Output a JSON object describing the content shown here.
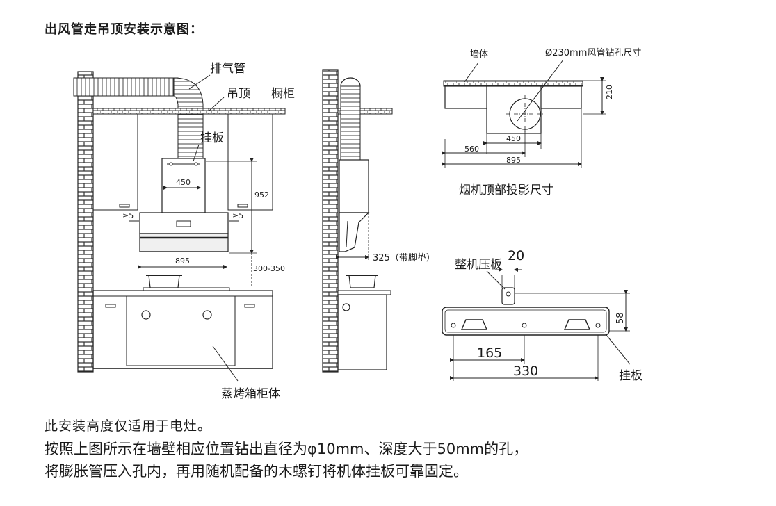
{
  "title": "出风管走吊顶安装示意图：",
  "labels": {
    "exhaust_pipe": "排气管",
    "ceiling": "吊顶",
    "cabinet": "橱柜",
    "hanging_plate_top": "挂板",
    "steam_oven_body": "蒸烤箱柜体",
    "wall": "墙体",
    "hole_spec": "Ø230mm风管钻孔尺寸",
    "projection_caption": "烟机顶部投影尺寸",
    "pressure_plate": "整机压板",
    "hanging_plate_bottom": "挂板"
  },
  "dimensions": {
    "front_450": "450",
    "front_952": "952",
    "gap_left": "≥5",
    "gap_right": "≥5",
    "front_895": "895",
    "front_300_350": "300-350",
    "side_325": "325（带脚垫）",
    "top_210": "210",
    "top_450": "450",
    "top_560": "560",
    "top_895": "895",
    "plate_20": "20",
    "plate_58": "58",
    "plate_165": "165",
    "plate_330": "330"
  },
  "notes": {
    "line1": "此安装高度仅适用于电灶。",
    "line2": "按照上图所示在墙壁相应位置钻出直径为φ10mm、深度大于50mm的孔，",
    "line3": "将膨胀管压入孔内，再用随机配备的木螺钉将机体挂板可靠固定。"
  }
}
